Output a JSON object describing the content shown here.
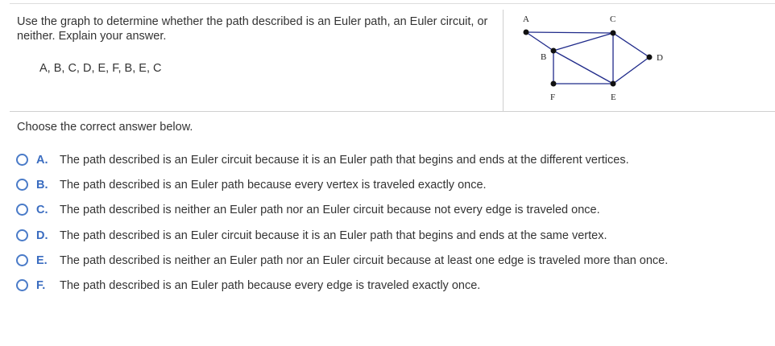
{
  "question": {
    "text": "Use the graph to determine whether the path described is an Euler path, an Euler circuit, or neither. Explain your answer.",
    "path": "A, B, C, D, E, F, B, E, C"
  },
  "graph": {
    "vertices": [
      "A",
      "B",
      "C",
      "D",
      "E",
      "F"
    ],
    "edges": [
      [
        "A",
        "B"
      ],
      [
        "A",
        "C"
      ],
      [
        "B",
        "C"
      ],
      [
        "B",
        "E"
      ],
      [
        "B",
        "F"
      ],
      [
        "C",
        "E"
      ],
      [
        "C",
        "D"
      ],
      [
        "D",
        "E"
      ],
      [
        "F",
        "E"
      ]
    ],
    "edge_color": "#1f2a8a"
  },
  "prompt": "Choose the correct answer below.",
  "options": [
    {
      "letter": "A.",
      "text": "The path described is an Euler circuit because it is an Euler path that begins and ends at the different vertices."
    },
    {
      "letter": "B.",
      "text": "The path described is an Euler path because every vertex is traveled exactly once."
    },
    {
      "letter": "C.",
      "text": "The path described is neither an Euler path nor an Euler circuit because not every edge is traveled once."
    },
    {
      "letter": "D.",
      "text": "The path described is an Euler circuit because it is an Euler path that begins and ends at the same vertex."
    },
    {
      "letter": "E.",
      "text": "The path described is neither an Euler path nor an Euler circuit because at least one edge is traveled more than once."
    },
    {
      "letter": "F.",
      "text": "The path described is an Euler path because every edge is traveled exactly once."
    }
  ],
  "accent_color": "#3a6cc0"
}
